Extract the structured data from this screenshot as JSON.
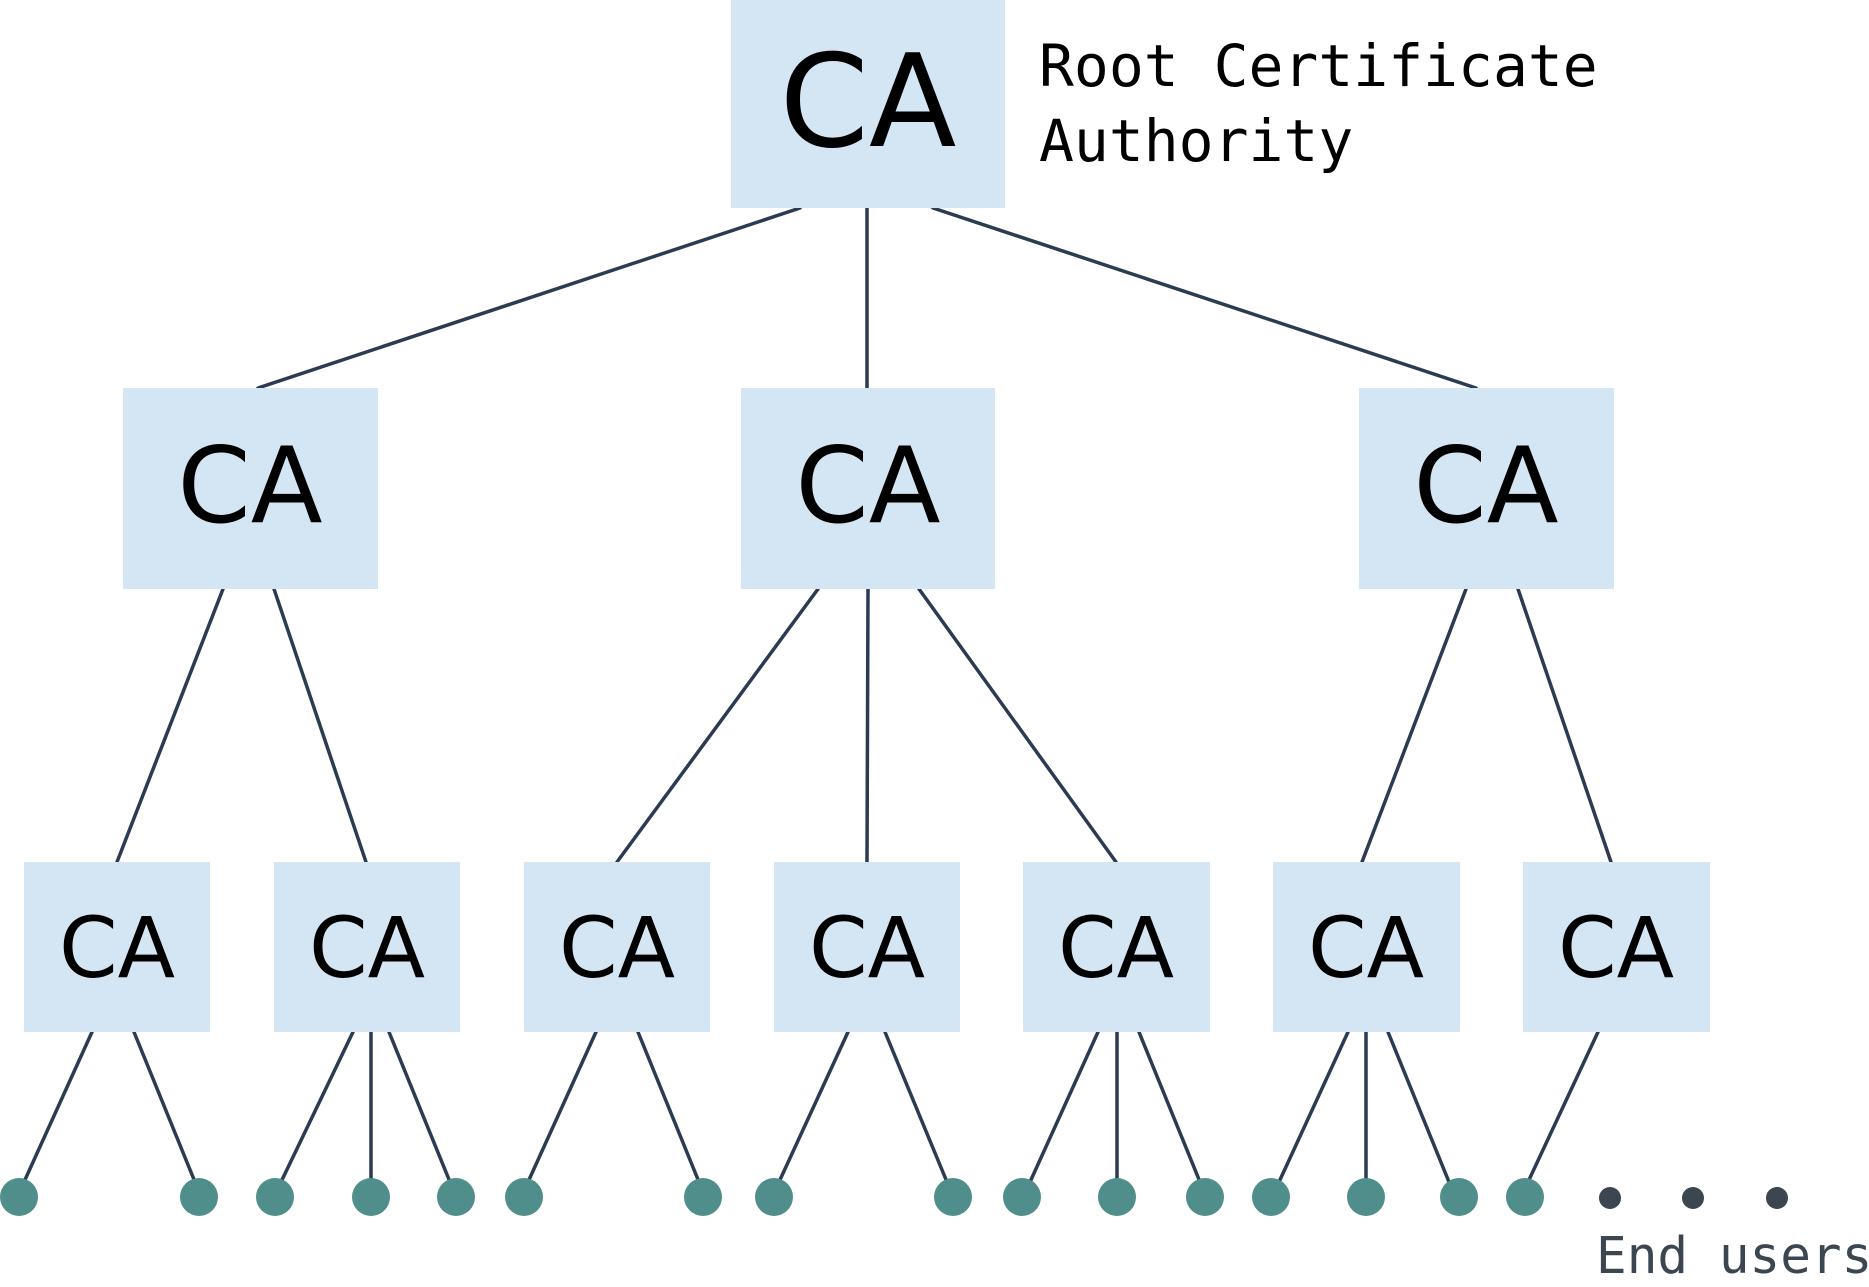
{
  "diagram": {
    "root_label_line1": "Root Certificate",
    "root_label_line2": "Authority",
    "node_label": "CA",
    "end_users_label": "End users",
    "ellipsis": "...",
    "colors": {
      "box": "#d4e5f3",
      "edge": "#2a3b52",
      "leaf": "#4f8e8a",
      "dots": "#3b4650"
    }
  }
}
